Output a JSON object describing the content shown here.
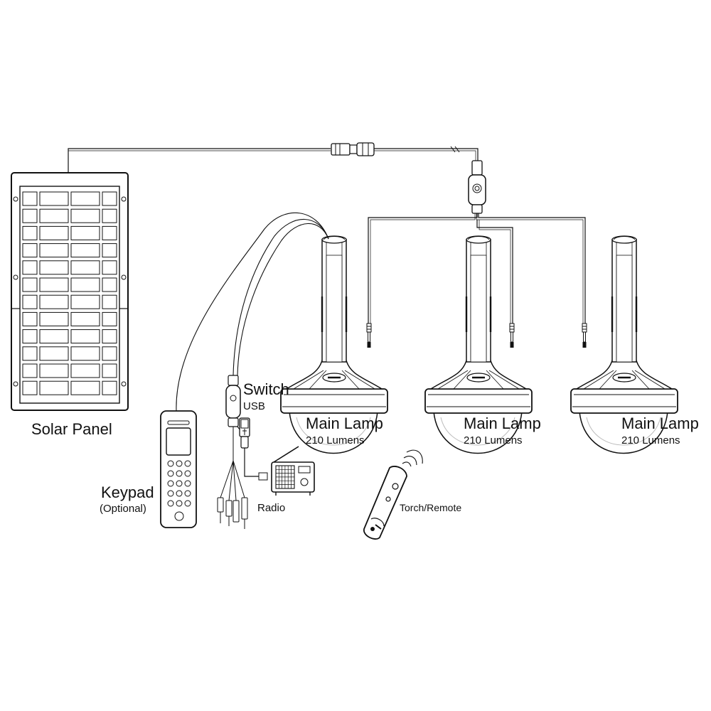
{
  "labels": {
    "solar_panel": "Solar Panel",
    "keypad": "Keypad",
    "keypad_note": "(Optional)",
    "switch": "Switch",
    "usb": "USB",
    "radio": "Radio",
    "torch_remote": "Torch/Remote"
  },
  "lamps": [
    {
      "title": "Main Lamp",
      "output": "210 Lumens"
    },
    {
      "title": "Main Lamp",
      "output": "210 Lumens"
    },
    {
      "title": "Main Lamp",
      "output": "210 Lumens"
    }
  ]
}
